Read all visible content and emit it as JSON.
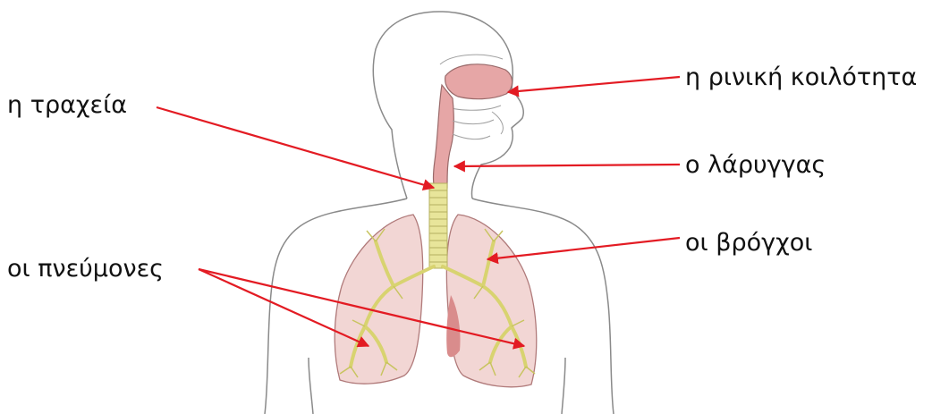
{
  "labels": {
    "nasal_cavity": "η ρινική κοιλότητα",
    "trachea": "η τραχεία",
    "larynx": "ο λάρυγγας",
    "bronchi": "οι βρόγχοι",
    "lungs": "οι πνεύμονες"
  },
  "colors": {
    "arrow": "#e31b23",
    "outline": "#8a8a8a",
    "lung_fill": "#f2d6d4",
    "lung_dark": "#d98c8c",
    "airway": "#e6a6a6",
    "bronchial_tree": "#e8e59a",
    "text": "#111111"
  }
}
